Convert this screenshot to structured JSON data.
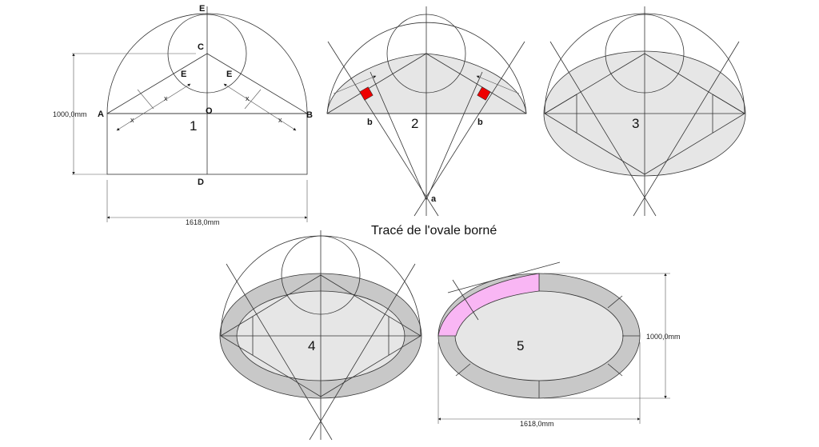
{
  "title": "Tracé de l'ovale borné",
  "figure1": {
    "number": "1",
    "points": {
      "E_top": "E",
      "C": "C",
      "E_left": "E",
      "E_right": "E",
      "A": "A",
      "O": "O",
      "B": "B",
      "D": "D"
    },
    "marks": [
      "x",
      "x",
      "x",
      "x"
    ],
    "height_dim": "1000,0mm",
    "width_dim": "1618,0mm"
  },
  "figure2": {
    "number": "2",
    "labels": {
      "b_left": "b",
      "b_right": "b",
      "a": "a"
    }
  },
  "figure3": {
    "number": "3"
  },
  "figure4": {
    "number": "4"
  },
  "figure5": {
    "number": "5",
    "height_dim": "1000,0mm",
    "width_dim": "1618,0mm"
  },
  "colors": {
    "light_fill": "#e6e6e6",
    "ring_fill": "#c8c8c8",
    "right_angle": "#ee0000",
    "highlight": "#f9b6f4"
  }
}
